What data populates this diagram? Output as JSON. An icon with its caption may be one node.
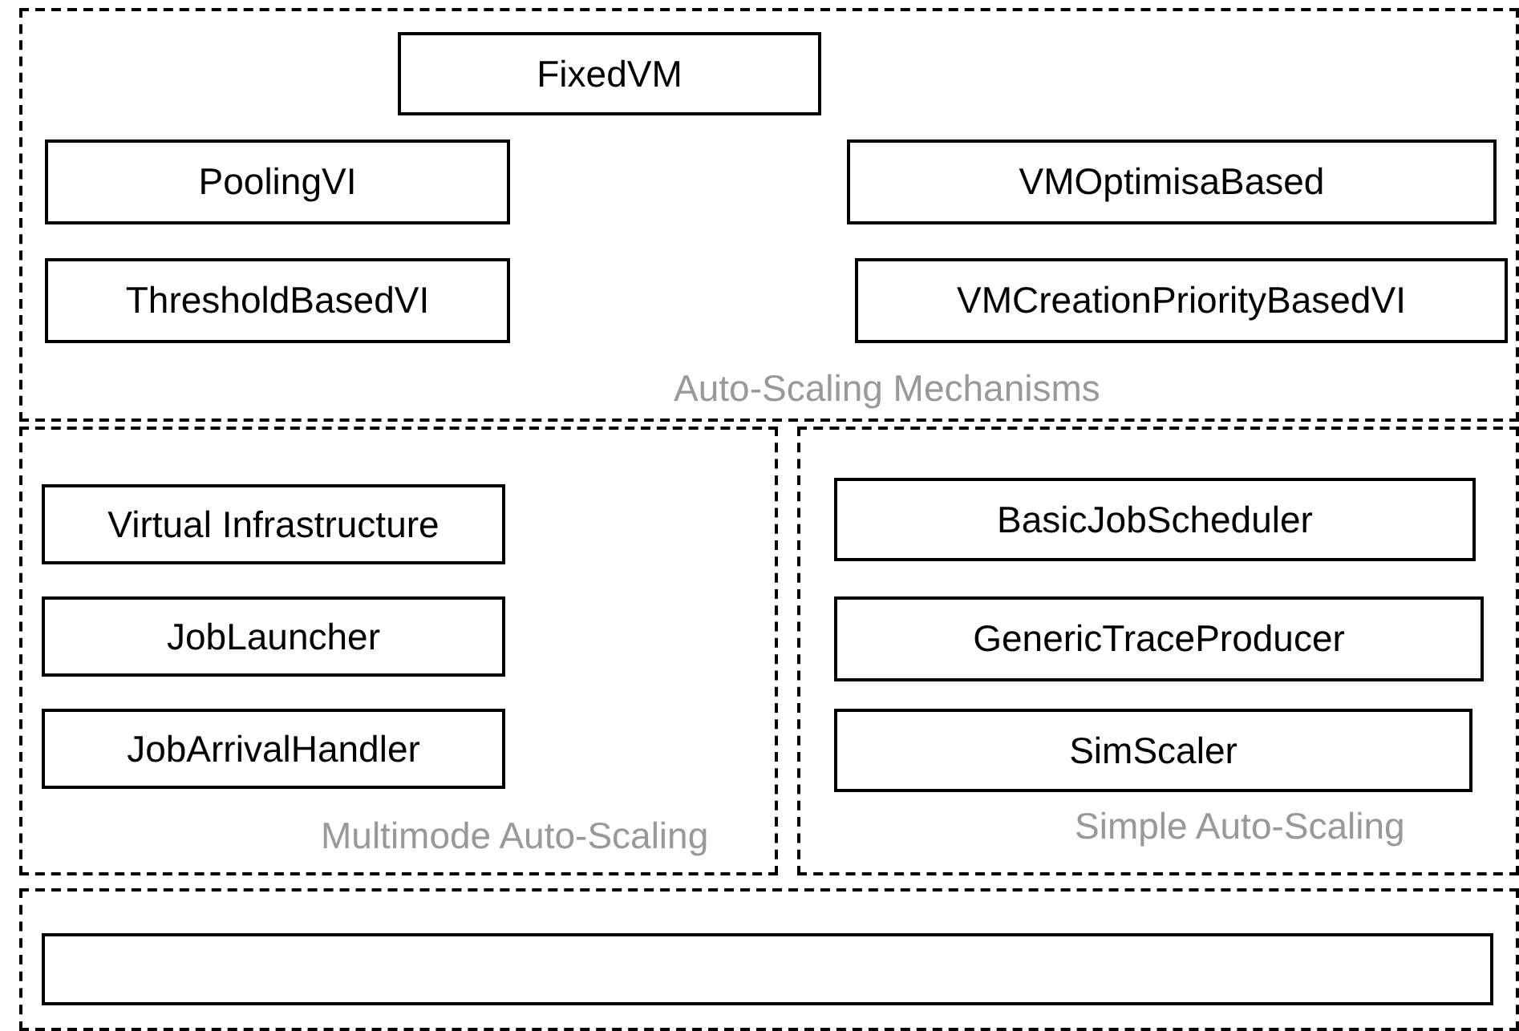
{
  "diagram": {
    "nodes": [
      {
        "text": [
          "Auto-Scaling Mechanisms"
        ]
      },
      {
        "text": [
          "FixedVM"
        ],
        "in": 0
      },
      {
        "text": [
          "PoolingVI"
        ],
        "in": 0
      },
      {
        "text": [
          "VMOptimisaBased"
        ],
        "in": 0
      },
      {
        "text": [
          "ThresholdBasedVI"
        ],
        "in": 0
      },
      {
        "text": [
          "VMCreationPriorityBasedVI"
        ],
        "in": 0
      },
      {
        "text": [
          "Multimode Auto-Scaling"
        ]
      },
      {
        "text": [
          "Virtual Infrastructure"
        ],
        "in": 6
      },
      {
        "text": [
          "JobLauncher"
        ],
        "in": 6
      },
      {
        "text": [
          "JobArrivalHandler"
        ],
        "in": 6
      },
      {
        "text": [
          "Simple Auto-Scaling"
        ]
      },
      {
        "text": [
          "BasicJobScheduler"
        ],
        "in": 10
      },
      {
        "text": [
          "GenericTraceProducer"
        ],
        "in": 10
      },
      {
        "text": [
          "SimScaler"
        ],
        "in": 10
      },
      {
        "text": [],
        "shape": "box"
      },
      {
        "text": [],
        "shape": "box",
        "in": 14
      }
    ]
  }
}
